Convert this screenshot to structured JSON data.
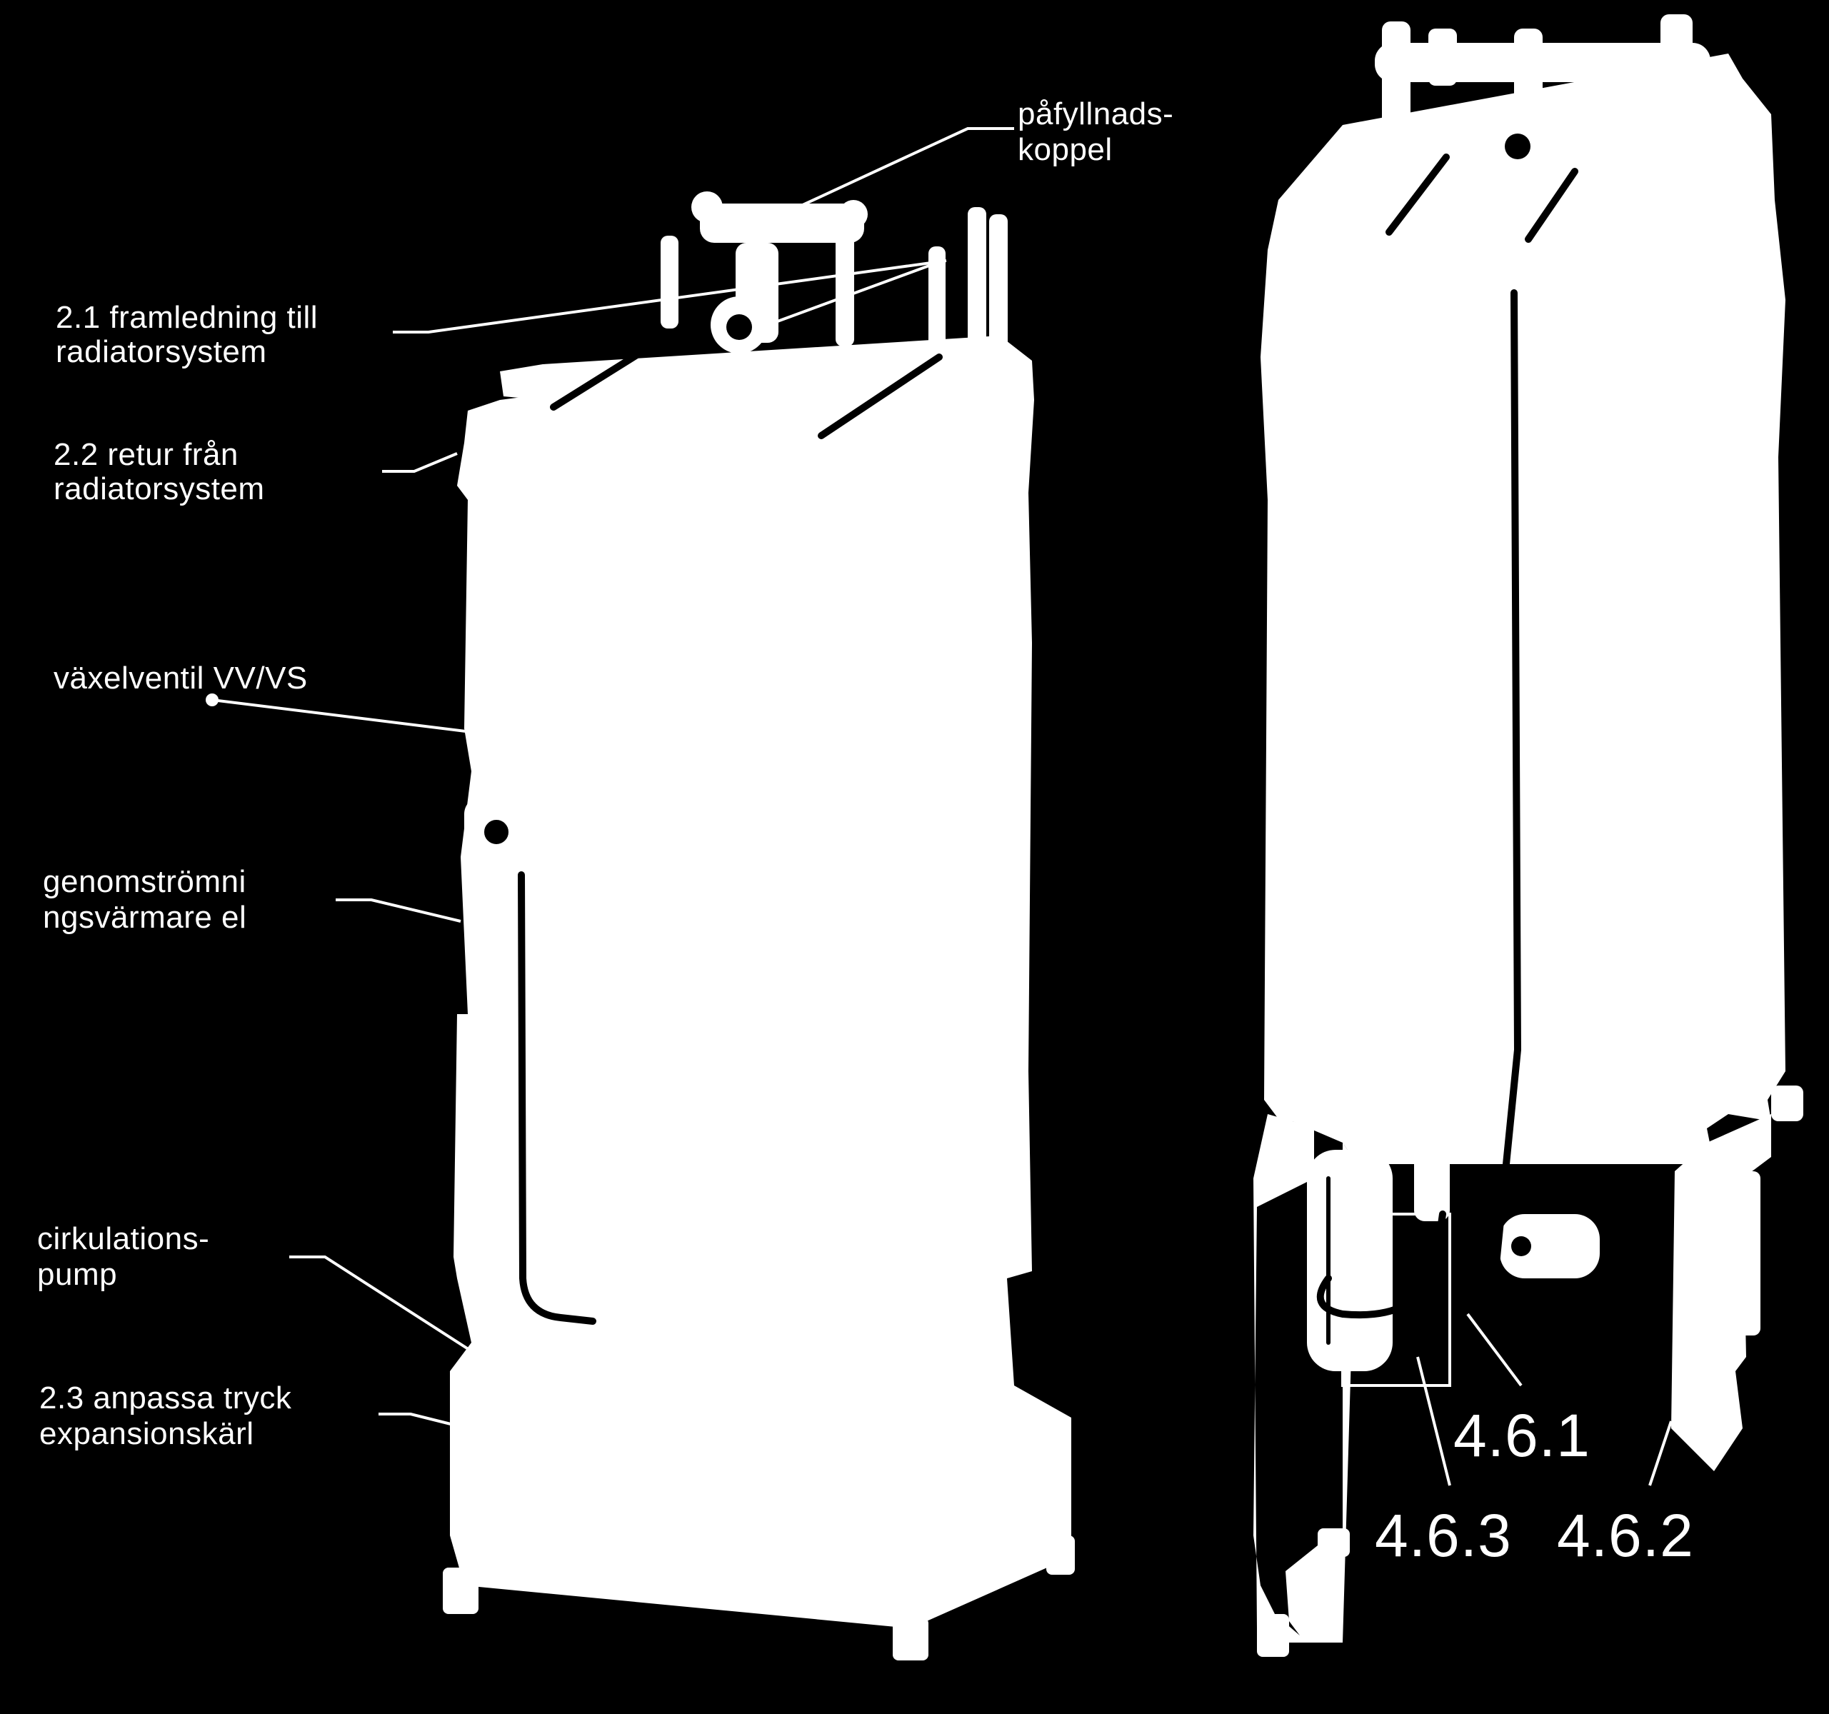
{
  "labels": {
    "pafyllnad_1": "påfyllnads-",
    "pafyllnad_2": "koppel",
    "framledning_1": "2.1 framledning till",
    "framledning_2": "radiatorsystem",
    "retur_1": "2.2 retur från",
    "retur_2": "radiatorsystem",
    "vaxelventil": "växelventil VV/VS",
    "genom_1": "genomströmni",
    "genom_2": "ngsvärmare el",
    "cirk_1": "cirkulations-",
    "cirk_2": "pump",
    "anpassa_1": "2.3 anpassa tryck",
    "anpassa_2": "expansionskärl"
  },
  "numbers": {
    "n461": "4.6.1",
    "n463": "4.6.3",
    "n462": "4.6.2"
  },
  "colors": {
    "background": "#000000",
    "foreground": "#ffffff"
  }
}
